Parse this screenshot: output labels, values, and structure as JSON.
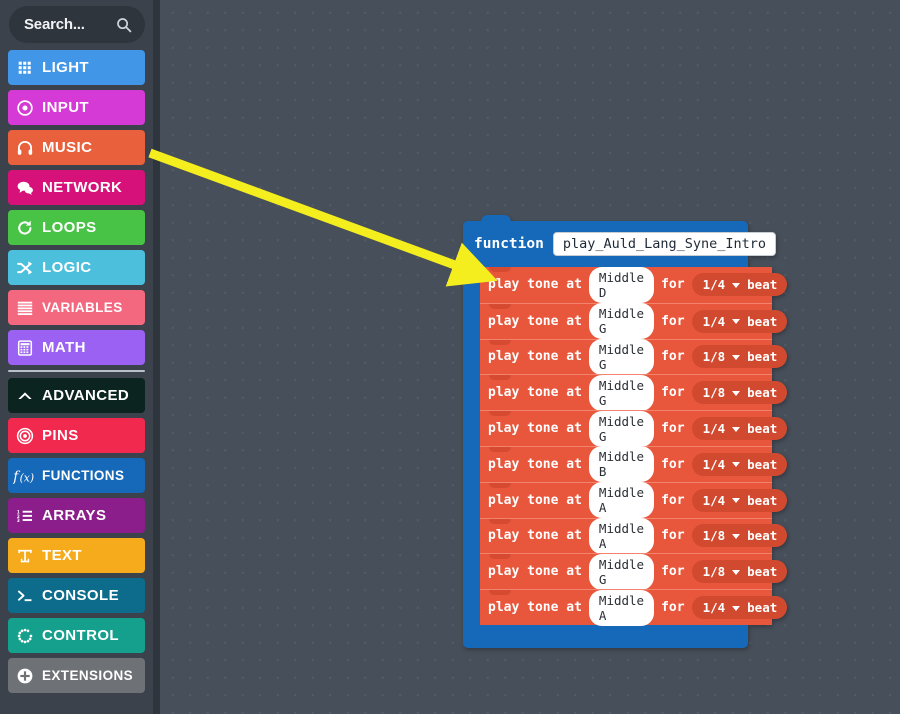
{
  "search": {
    "placeholder": "Search...",
    "icon": "search-icon"
  },
  "sidebar": {
    "categories": [
      {
        "label": "LIGHT",
        "color": "#4196e8",
        "icon": "grid-icon"
      },
      {
        "label": "INPUT",
        "color": "#d63ad6",
        "icon": "target-dot-icon"
      },
      {
        "label": "MUSIC",
        "color": "#e8613c",
        "icon": "headphones-icon"
      },
      {
        "label": "NETWORK",
        "color": "#d6127a",
        "icon": "speech-bubbles-icon"
      },
      {
        "label": "LOOPS",
        "color": "#49c346",
        "icon": "loop-arrow-icon"
      },
      {
        "label": "LOGIC",
        "color": "#4cbfdd",
        "icon": "shuffle-icon"
      },
      {
        "label": "VARIABLES",
        "color": "#f4687f",
        "icon": "lines-icon"
      },
      {
        "label": "MATH",
        "color": "#9b61f2",
        "icon": "calculator-icon"
      }
    ],
    "advanced_group": [
      {
        "label": "ADVANCED",
        "color": "#0c2420",
        "icon": "chevron-up-icon"
      },
      {
        "label": "PINS",
        "color": "#f2294e",
        "icon": "concentric-circles-icon"
      },
      {
        "label": "FUNCTIONS",
        "color": "#1668b8",
        "icon": "fx-icon"
      },
      {
        "label": "ARRAYS",
        "color": "#8c1e8c",
        "icon": "numbered-list-icon"
      },
      {
        "label": "TEXT",
        "color": "#f5ab1b",
        "icon": "text-t-icon"
      },
      {
        "label": "CONSOLE",
        "color": "#0d6b8c",
        "icon": "terminal-prompt-icon"
      },
      {
        "label": "CONTROL",
        "color": "#14a08c",
        "icon": "dotted-circle-icon"
      },
      {
        "label": "EXTENSIONS",
        "color": "#6e7276",
        "icon": "plus-circle-icon"
      }
    ]
  },
  "workspace": {
    "function_block": {
      "keyword": "function",
      "name": "play_Auld_Lang_Syne_Intro",
      "block_color": "#1668b8",
      "statement_color": "#e8573c",
      "statements": [
        {
          "prefix": "play tone at",
          "note": "Middle D",
          "mid": "for",
          "beat": "1/4",
          "suffix": "beat"
        },
        {
          "prefix": "play tone at",
          "note": "Middle G",
          "mid": "for",
          "beat": "1/4",
          "suffix": "beat"
        },
        {
          "prefix": "play tone at",
          "note": "Middle G",
          "mid": "for",
          "beat": "1/8",
          "suffix": "beat"
        },
        {
          "prefix": "play tone at",
          "note": "Middle G",
          "mid": "for",
          "beat": "1/8",
          "suffix": "beat"
        },
        {
          "prefix": "play tone at",
          "note": "Middle G",
          "mid": "for",
          "beat": "1/4",
          "suffix": "beat"
        },
        {
          "prefix": "play tone at",
          "note": "Middle B",
          "mid": "for",
          "beat": "1/4",
          "suffix": "beat"
        },
        {
          "prefix": "play tone at",
          "note": "Middle A",
          "mid": "for",
          "beat": "1/4",
          "suffix": "beat"
        },
        {
          "prefix": "play tone at",
          "note": "Middle A",
          "mid": "for",
          "beat": "1/8",
          "suffix": "beat"
        },
        {
          "prefix": "play tone at",
          "note": "Middle G",
          "mid": "for",
          "beat": "1/8",
          "suffix": "beat"
        },
        {
          "prefix": "play tone at",
          "note": "Middle A",
          "mid": "for",
          "beat": "1/4",
          "suffix": "beat"
        }
      ]
    },
    "annotation_arrow": {
      "color": "#f5ee1e",
      "from": "music-category",
      "to": "first-play-tone-block"
    }
  }
}
